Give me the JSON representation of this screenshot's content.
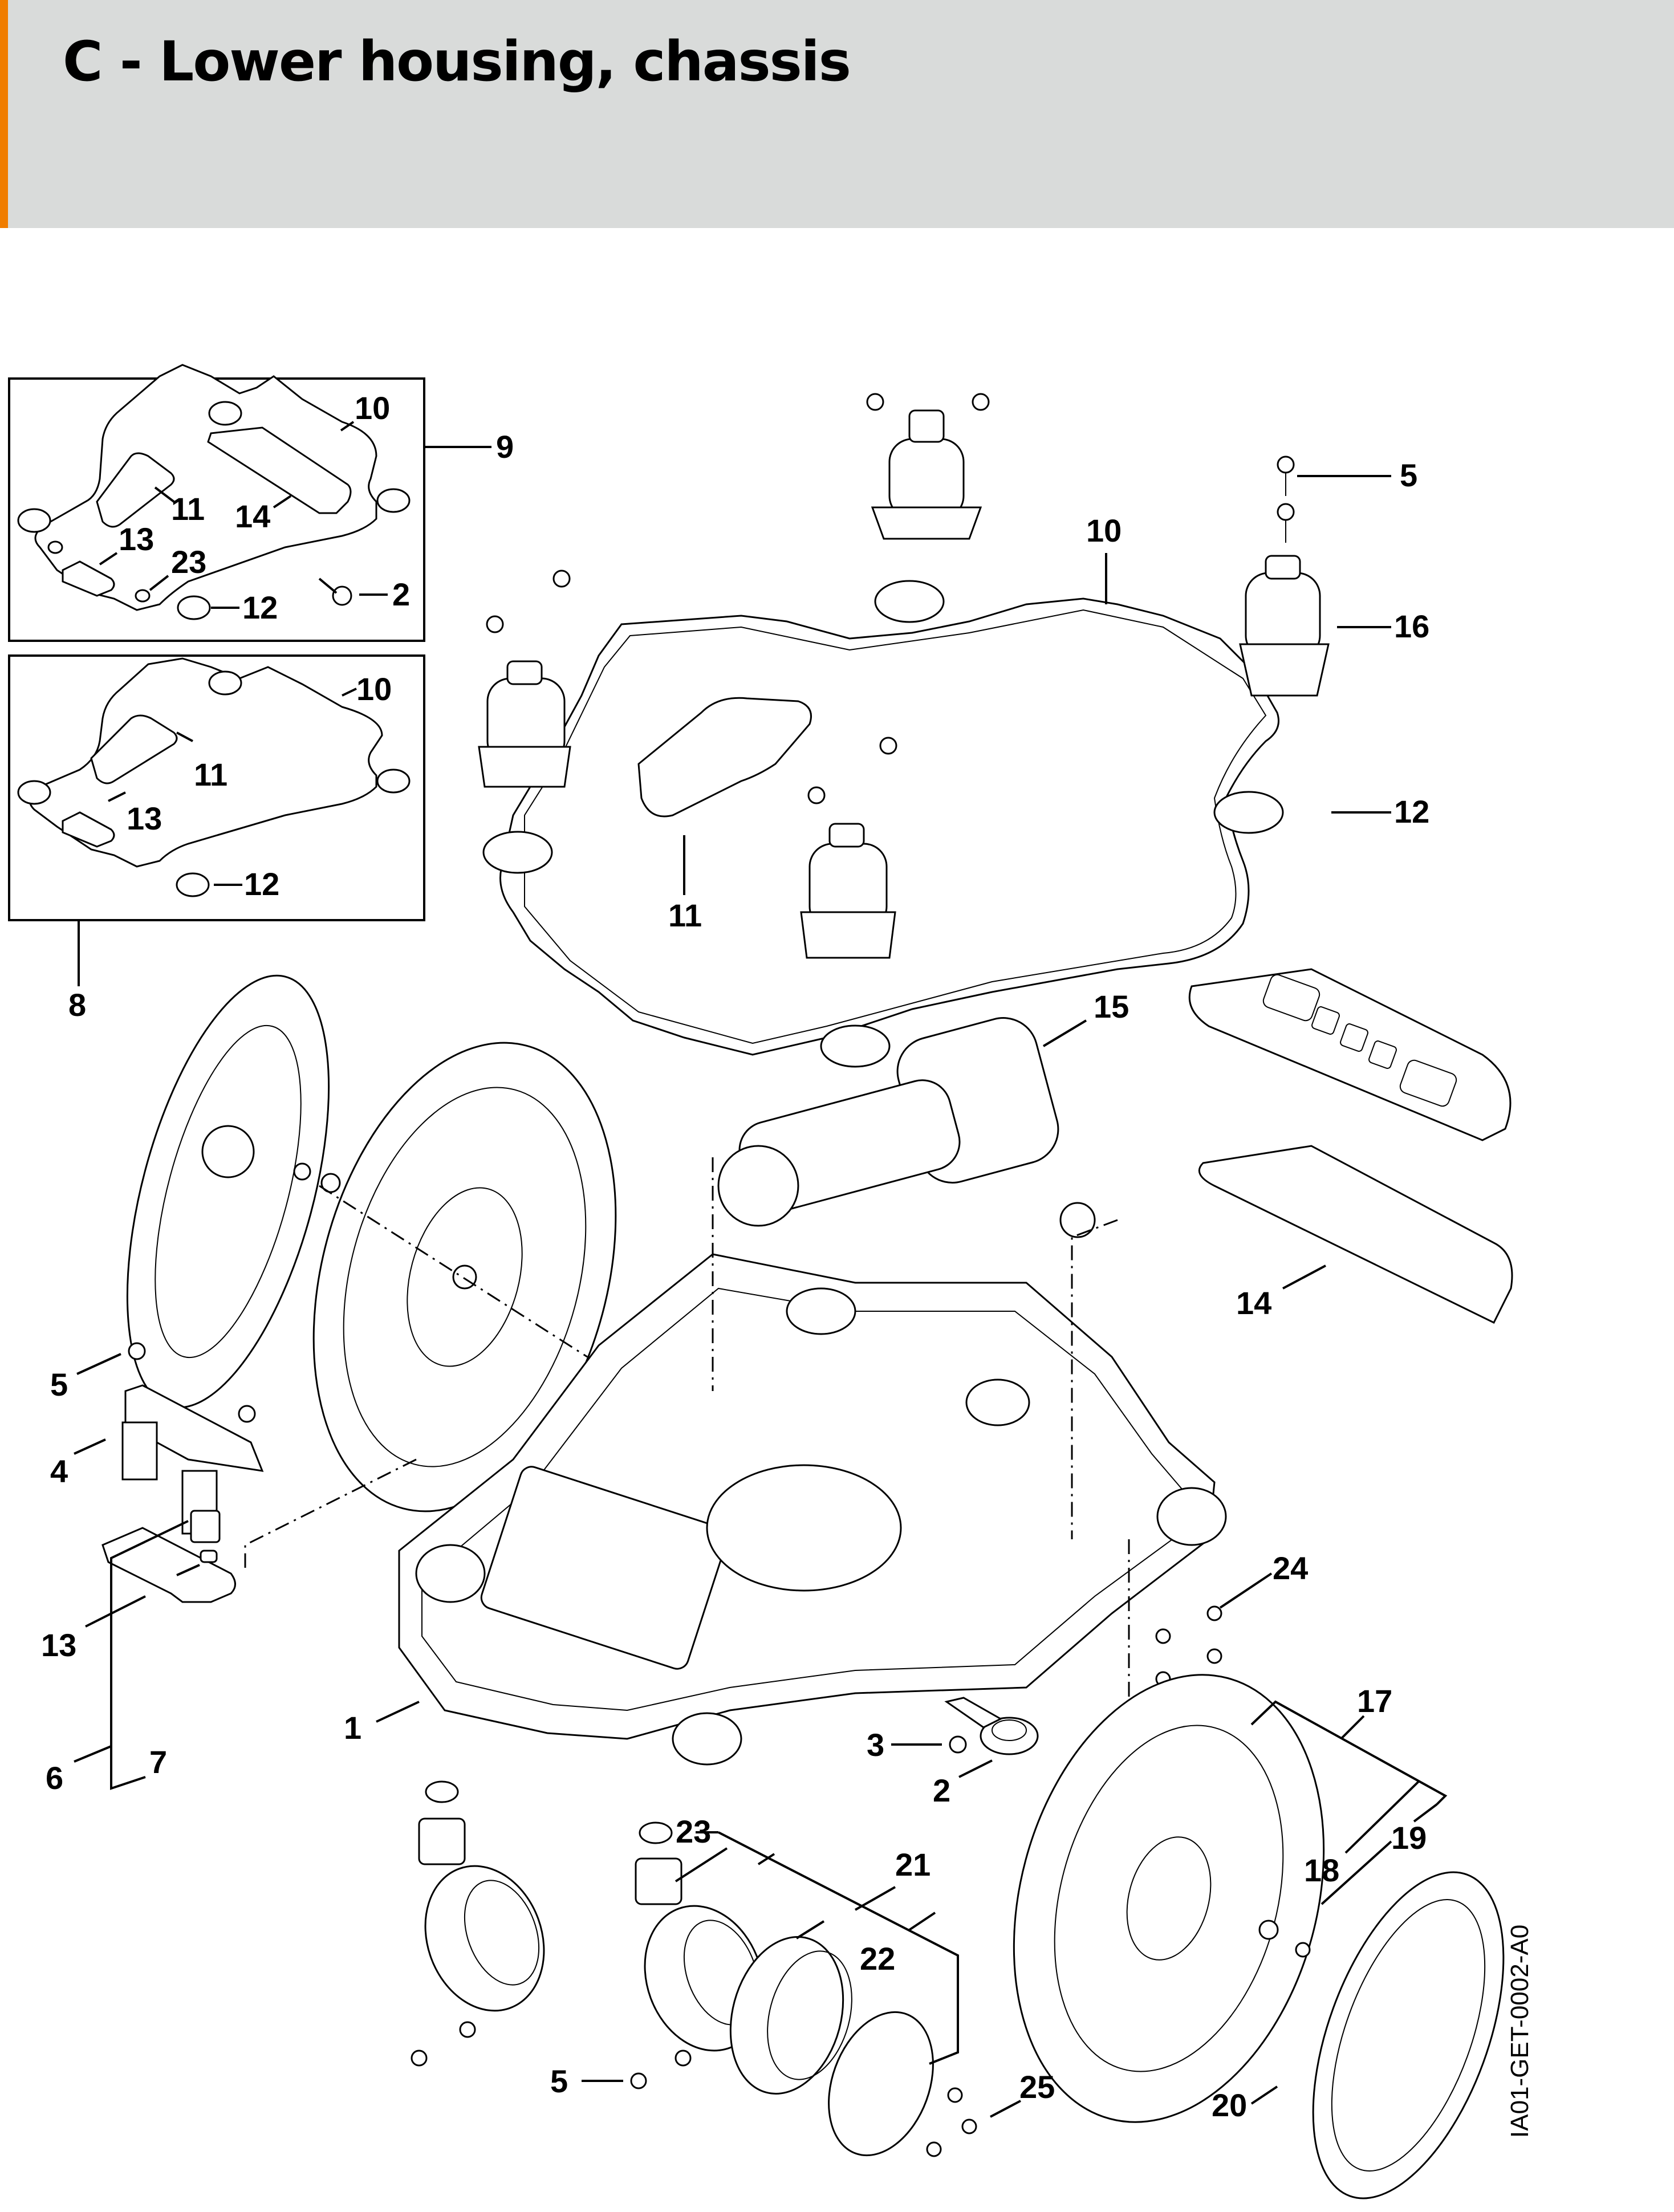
{
  "header": {
    "title": "C - Lower housing, chassis",
    "accent_color": "#f07d00",
    "background_color": "#d9dbda"
  },
  "diagram": {
    "reference_code": "IA01-GET-0002-A0",
    "kit_box_9": {
      "kit_label": "9",
      "labels": [
        "10",
        "11",
        "14",
        "13",
        "23",
        "12",
        "2"
      ]
    },
    "kit_box_8": {
      "kit_label": "8",
      "labels": [
        "10",
        "11",
        "13",
        "12"
      ]
    },
    "callouts": {
      "c10_main": "10",
      "c5_top": "5",
      "c16": "16",
      "c12_main": "12",
      "c11_main": "11",
      "c15": "15",
      "c14_main": "14",
      "c5_left": "5",
      "c4": "4",
      "c13_main": "13",
      "c6": "6",
      "c7": "7",
      "c1": "1",
      "c3": "3",
      "c2_main": "2",
      "c24": "24",
      "c17": "17",
      "c18": "18",
      "c19": "19",
      "c23_main": "23",
      "c21": "21",
      "c22": "22",
      "c5_bottom": "5",
      "c25": "25",
      "c20": "20"
    }
  }
}
